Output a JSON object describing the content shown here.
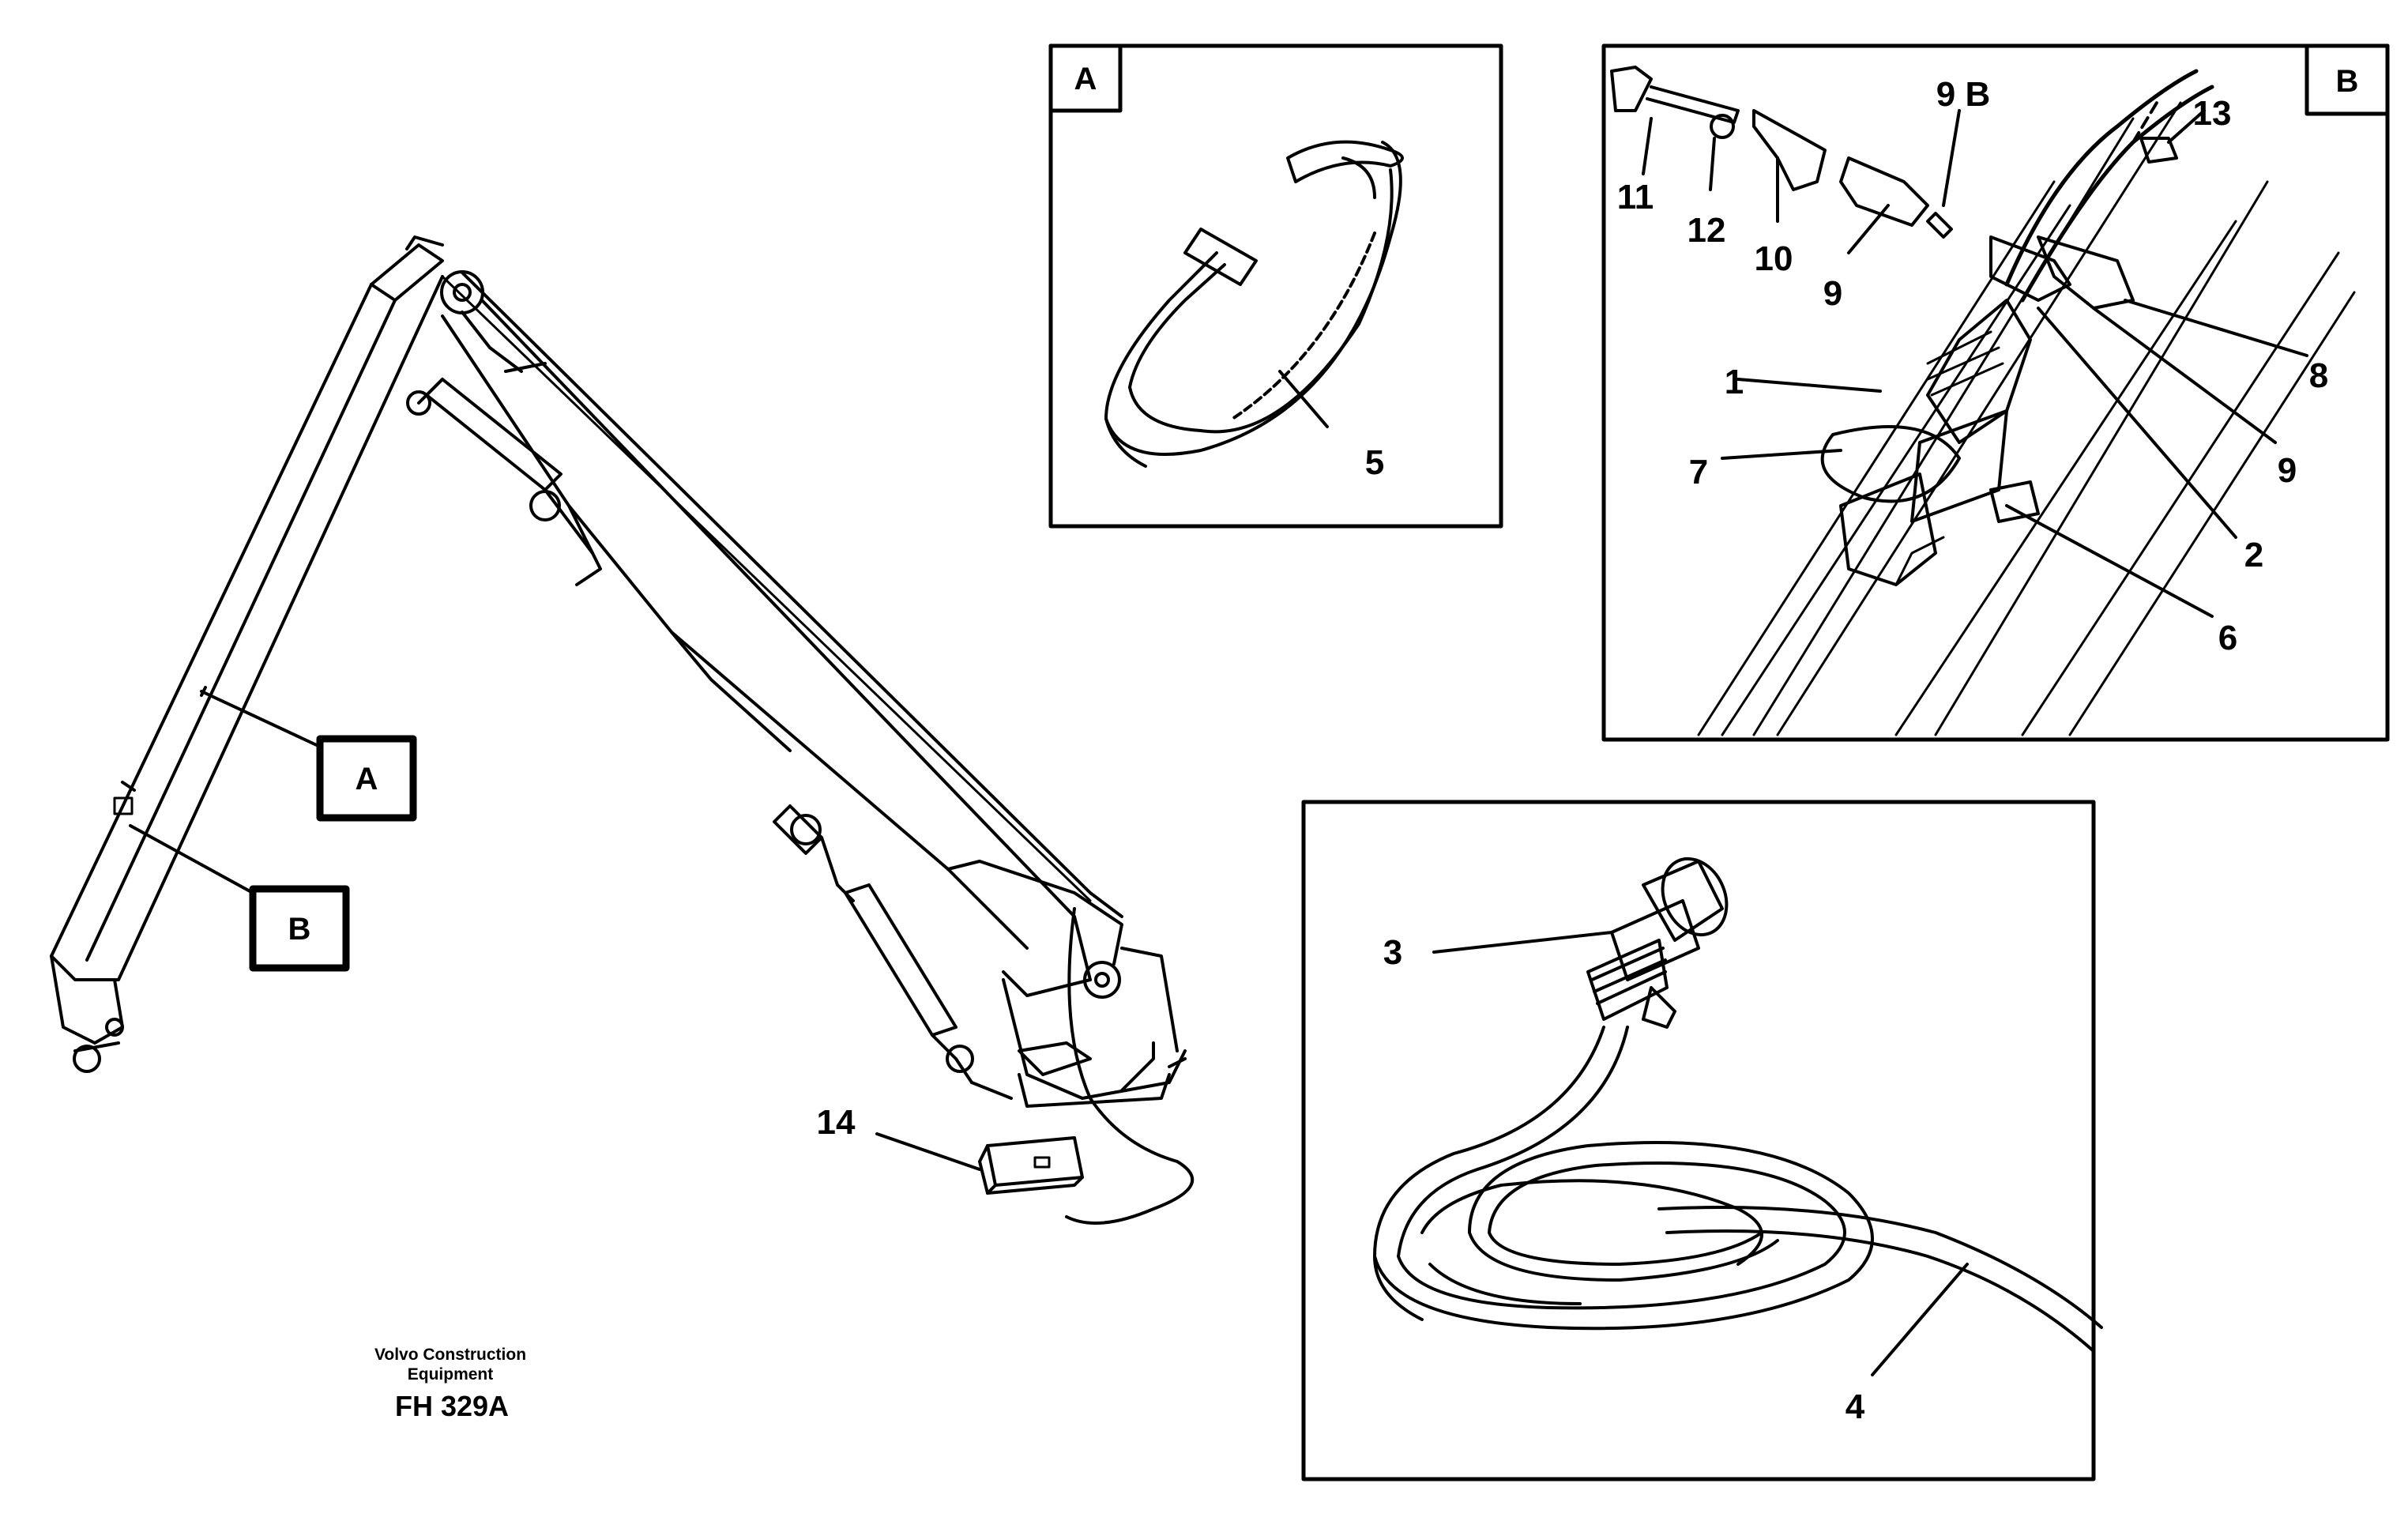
{
  "panels": {
    "a": {
      "tag": "A"
    },
    "b": {
      "tag": "B"
    }
  },
  "callouts": {
    "a": "A",
    "b": "B"
  },
  "parts": {
    "p1": "1",
    "p2": "2",
    "p3": "3",
    "p4": "4",
    "p5": "5",
    "p6": "6",
    "p7": "7",
    "p8": "8",
    "p9a": "9",
    "p9b": "9",
    "p9B": "9 B",
    "p10": "10",
    "p11": "11",
    "p12": "12",
    "p13": "13",
    "p14": "14"
  },
  "footer": {
    "company_line1": "Volvo Construction",
    "company_line2": "Equipment",
    "code": "FH 329A"
  }
}
